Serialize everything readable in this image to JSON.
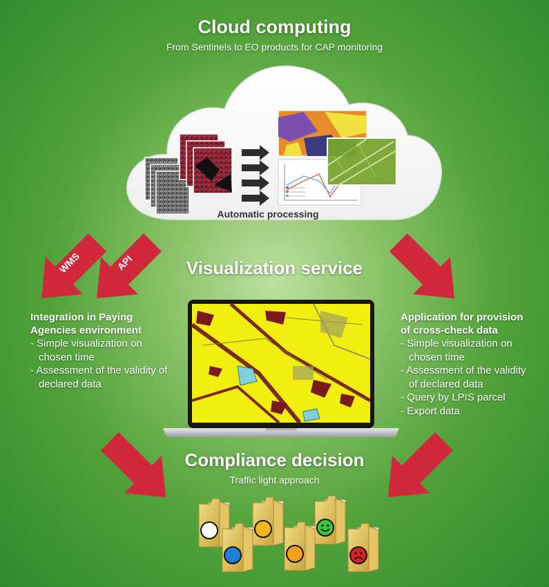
{
  "header": {
    "title": "Cloud computing",
    "subtitle": "From Sentinels to EO products for CAP monitoring"
  },
  "cloud": {
    "caption": "Automatic processing"
  },
  "arrows": {
    "wms_label": "WMS",
    "api_label": "API",
    "color": "#d0273a"
  },
  "middle": {
    "title": "Visualization service"
  },
  "left_panel": {
    "title_line1": "Integration in Paying",
    "title_line2": "Agencies environment",
    "items": [
      "Simple visualization on chosen time",
      "Assessment of the validity of declared data"
    ]
  },
  "right_panel": {
    "title_line1": "Application for provision",
    "title_line2": "of cross-check data",
    "items": [
      "Simple visualization on chosen time",
      "Assessment of the validity of declared data",
      "Query by LPIS parcel",
      "Export data"
    ]
  },
  "bottom": {
    "title": "Compliance decision",
    "subtitle": "Traffic light approach"
  },
  "folders": [
    {
      "status": "white",
      "color": "#ffffff"
    },
    {
      "status": "blue",
      "color": "#1f7fd8"
    },
    {
      "status": "yellow",
      "color": "#f2b51a"
    },
    {
      "status": "orange",
      "color": "#f2a01a"
    },
    {
      "status": "smiley",
      "color": "#3cc43c"
    },
    {
      "status": "frown",
      "color": "#d42222"
    }
  ]
}
